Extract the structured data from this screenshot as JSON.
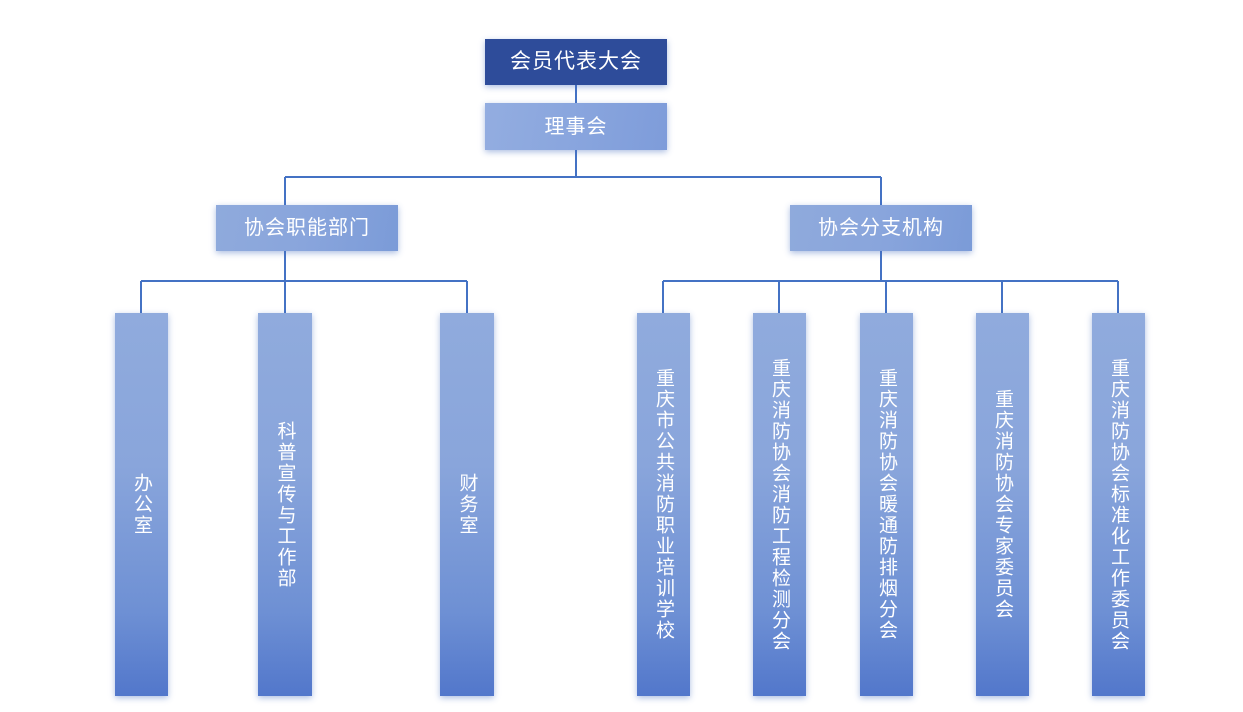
{
  "diagram": {
    "title_node": {
      "label": "会员代表大会"
    },
    "board_node": {
      "label": "理事会"
    },
    "branches": [
      {
        "label": "协会职能部门"
      },
      {
        "label": "协会分支机构"
      }
    ],
    "functional_departments": [
      {
        "label": "办公室"
      },
      {
        "label": "科普宣传与工作部"
      },
      {
        "label": "财务室"
      }
    ],
    "sub_organizations": [
      {
        "label": "重庆市公共消防职业培训学校"
      },
      {
        "label": "重庆消防协会消防工程检测分会"
      },
      {
        "label": "重庆消防协会暖通防排烟分会"
      },
      {
        "label": "重庆消防协会专家委员会"
      },
      {
        "label": "重庆消防协会标准化工作委员会"
      }
    ],
    "colors": {
      "root_fill": "#2E4C9A",
      "node_fill_light": "#8FAADC",
      "node_fill_dark": "#5277CB",
      "connector": "#4472C4",
      "text": "#FFFFFF",
      "background": "#FFFFFF"
    }
  }
}
